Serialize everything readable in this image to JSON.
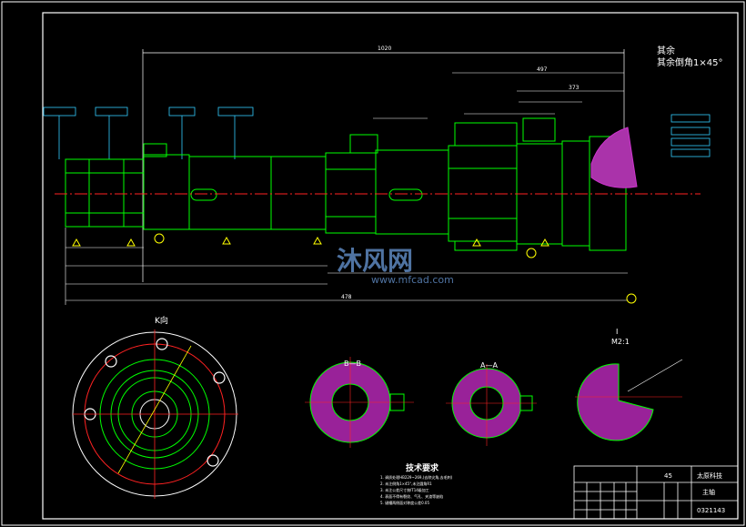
{
  "notes": {
    "line1": "其余",
    "line2": "其余倒角1×45°"
  },
  "dims": {
    "overall": "1020",
    "d_497": "497",
    "d_373": "373",
    "d_478": "478"
  },
  "labels": {
    "view_k": "K向",
    "section_bb": "B—B",
    "section_aa": "A—A",
    "detail_i": "I",
    "detail_scale": "M2:1",
    "tech_title": "技术要求"
  },
  "tech_lines": [
    "1. 调质处理HB229~269,(去除尖角,去毛刺)",
    "2. 未注倒角1×45°,未注圆角R1",
    "3. 未注公差尺寸按IT14级加工",
    "4. 表面不得有裂纹、气孔、夹渣等缺陷",
    "5. 键槽两侧面对称度公差0.05"
  ],
  "title_block": {
    "material": "45",
    "company": "太原科技",
    "name": "主轴",
    "code": "0321143"
  },
  "watermark": {
    "brand": "沐风网",
    "url": "www.mfcad.com"
  },
  "colors": {
    "outline": "#00ff00",
    "dim": "#ffffff",
    "center": "#ff2222",
    "hatch": "#cc33cc",
    "yellow": "#ffff00",
    "cyan": "#33ccff",
    "frame": "#ffffff"
  }
}
